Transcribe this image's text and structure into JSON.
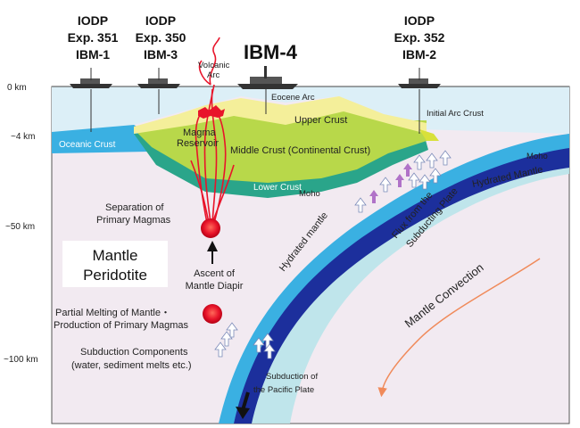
{
  "expeditions": {
    "exp351": {
      "line1": "IODP",
      "line2": "Exp. 351",
      "line3": "IBM-1"
    },
    "exp350": {
      "line1": "IODP",
      "line2": "Exp. 350",
      "line3": "IBM-3"
    },
    "ibm4": {
      "label": "IBM-4"
    },
    "exp352": {
      "line1": "IODP",
      "line2": "Exp. 352",
      "line3": "IBM-2"
    }
  },
  "depths": {
    "d0": "0 km",
    "d4": "~4 km",
    "d50": "~50 km",
    "d100": "~100 km"
  },
  "labels": {
    "volcanic_arc_1": "Volcanic",
    "volcanic_arc_2": "Arc",
    "eocene_arc": "Eocene Arc",
    "upper_crust": "Upper Crust",
    "initial_arc_crust": "Initial Arc Crust",
    "oceanic_crust": "Oceanic Crust",
    "magma_reservoir_1": "Magma",
    "magma_reservoir_2": "Reservoir",
    "middle_crust": "Middle Crust (Continental Crust)",
    "lower_crust": "Lower Crust",
    "moho_left": "Moho",
    "moho_right": "Moho",
    "hydrated_mantle_right": "Hydrated Mantle",
    "hydrated_mantle_slab": "Hydrated mantle",
    "separation_1": "Separation of",
    "separation_2": "Primary Magmas",
    "flux_1": "Flux from the",
    "flux_2": "Subducting Plate",
    "mantle_peridotite_1": "Mantle",
    "mantle_peridotite_2": "Peridotite",
    "ascent_1": "Ascent of",
    "ascent_2": "Mantle Diapir",
    "mantle_convection": "Mantle Convection",
    "partial_melting_1": "Partial Melting of Mantle・",
    "partial_melting_2": "Production of Primary Magmas",
    "subduction_components_1": "Subduction Components",
    "subduction_components_2": "(water, sediment melts etc.)",
    "subduction_pacific_1": "Subduction of",
    "subduction_pacific_2": "the Pacific Plate"
  },
  "colors": {
    "sea": "#dceff7",
    "mantle": "#f2eaf1",
    "oceanic_crust": "#3ab0e2",
    "upper_crust": "#f4ef9a",
    "middle_crust": "#b8d84a",
    "lower_crust": "#2aa58a",
    "slab": "#1c2f9c",
    "hydrated_band": "#b9e4ea",
    "magma": "#e8142a",
    "convection_arrow": "#f08a5a"
  }
}
